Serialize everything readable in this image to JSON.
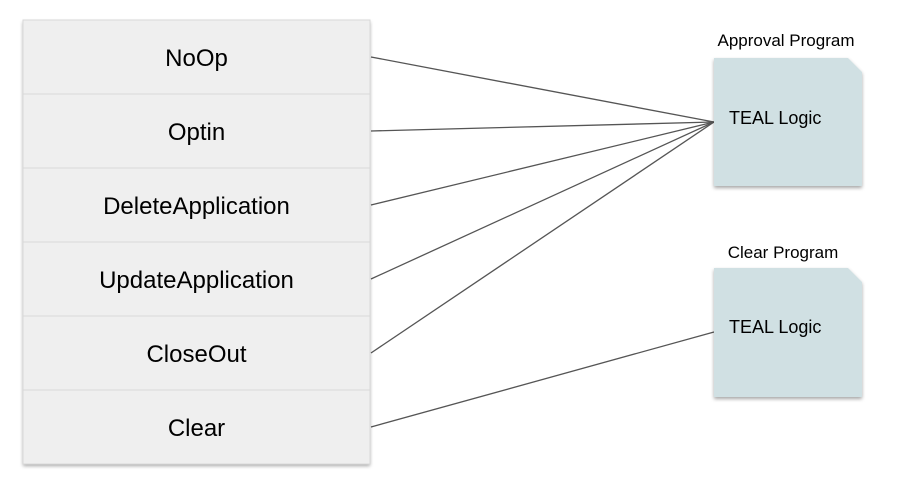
{
  "oncomplete_types": [
    {
      "label": "NoOp",
      "target": "approval"
    },
    {
      "label": "Optin",
      "target": "approval"
    },
    {
      "label": "DeleteApplication",
      "target": "approval"
    },
    {
      "label": "UpdateApplication",
      "target": "approval"
    },
    {
      "label": "CloseOut",
      "target": "approval"
    },
    {
      "label": "Clear",
      "target": "clear"
    }
  ],
  "programs": {
    "approval": {
      "title": "Approval Program",
      "body": "TEAL Logic"
    },
    "clear": {
      "title": "Clear Program",
      "body": "TEAL Logic"
    }
  },
  "colors": {
    "cell_fill": "#efefef",
    "cell_border": "#d9d9d9",
    "doc_fill": "#d0e0e3",
    "line": "#555555"
  }
}
